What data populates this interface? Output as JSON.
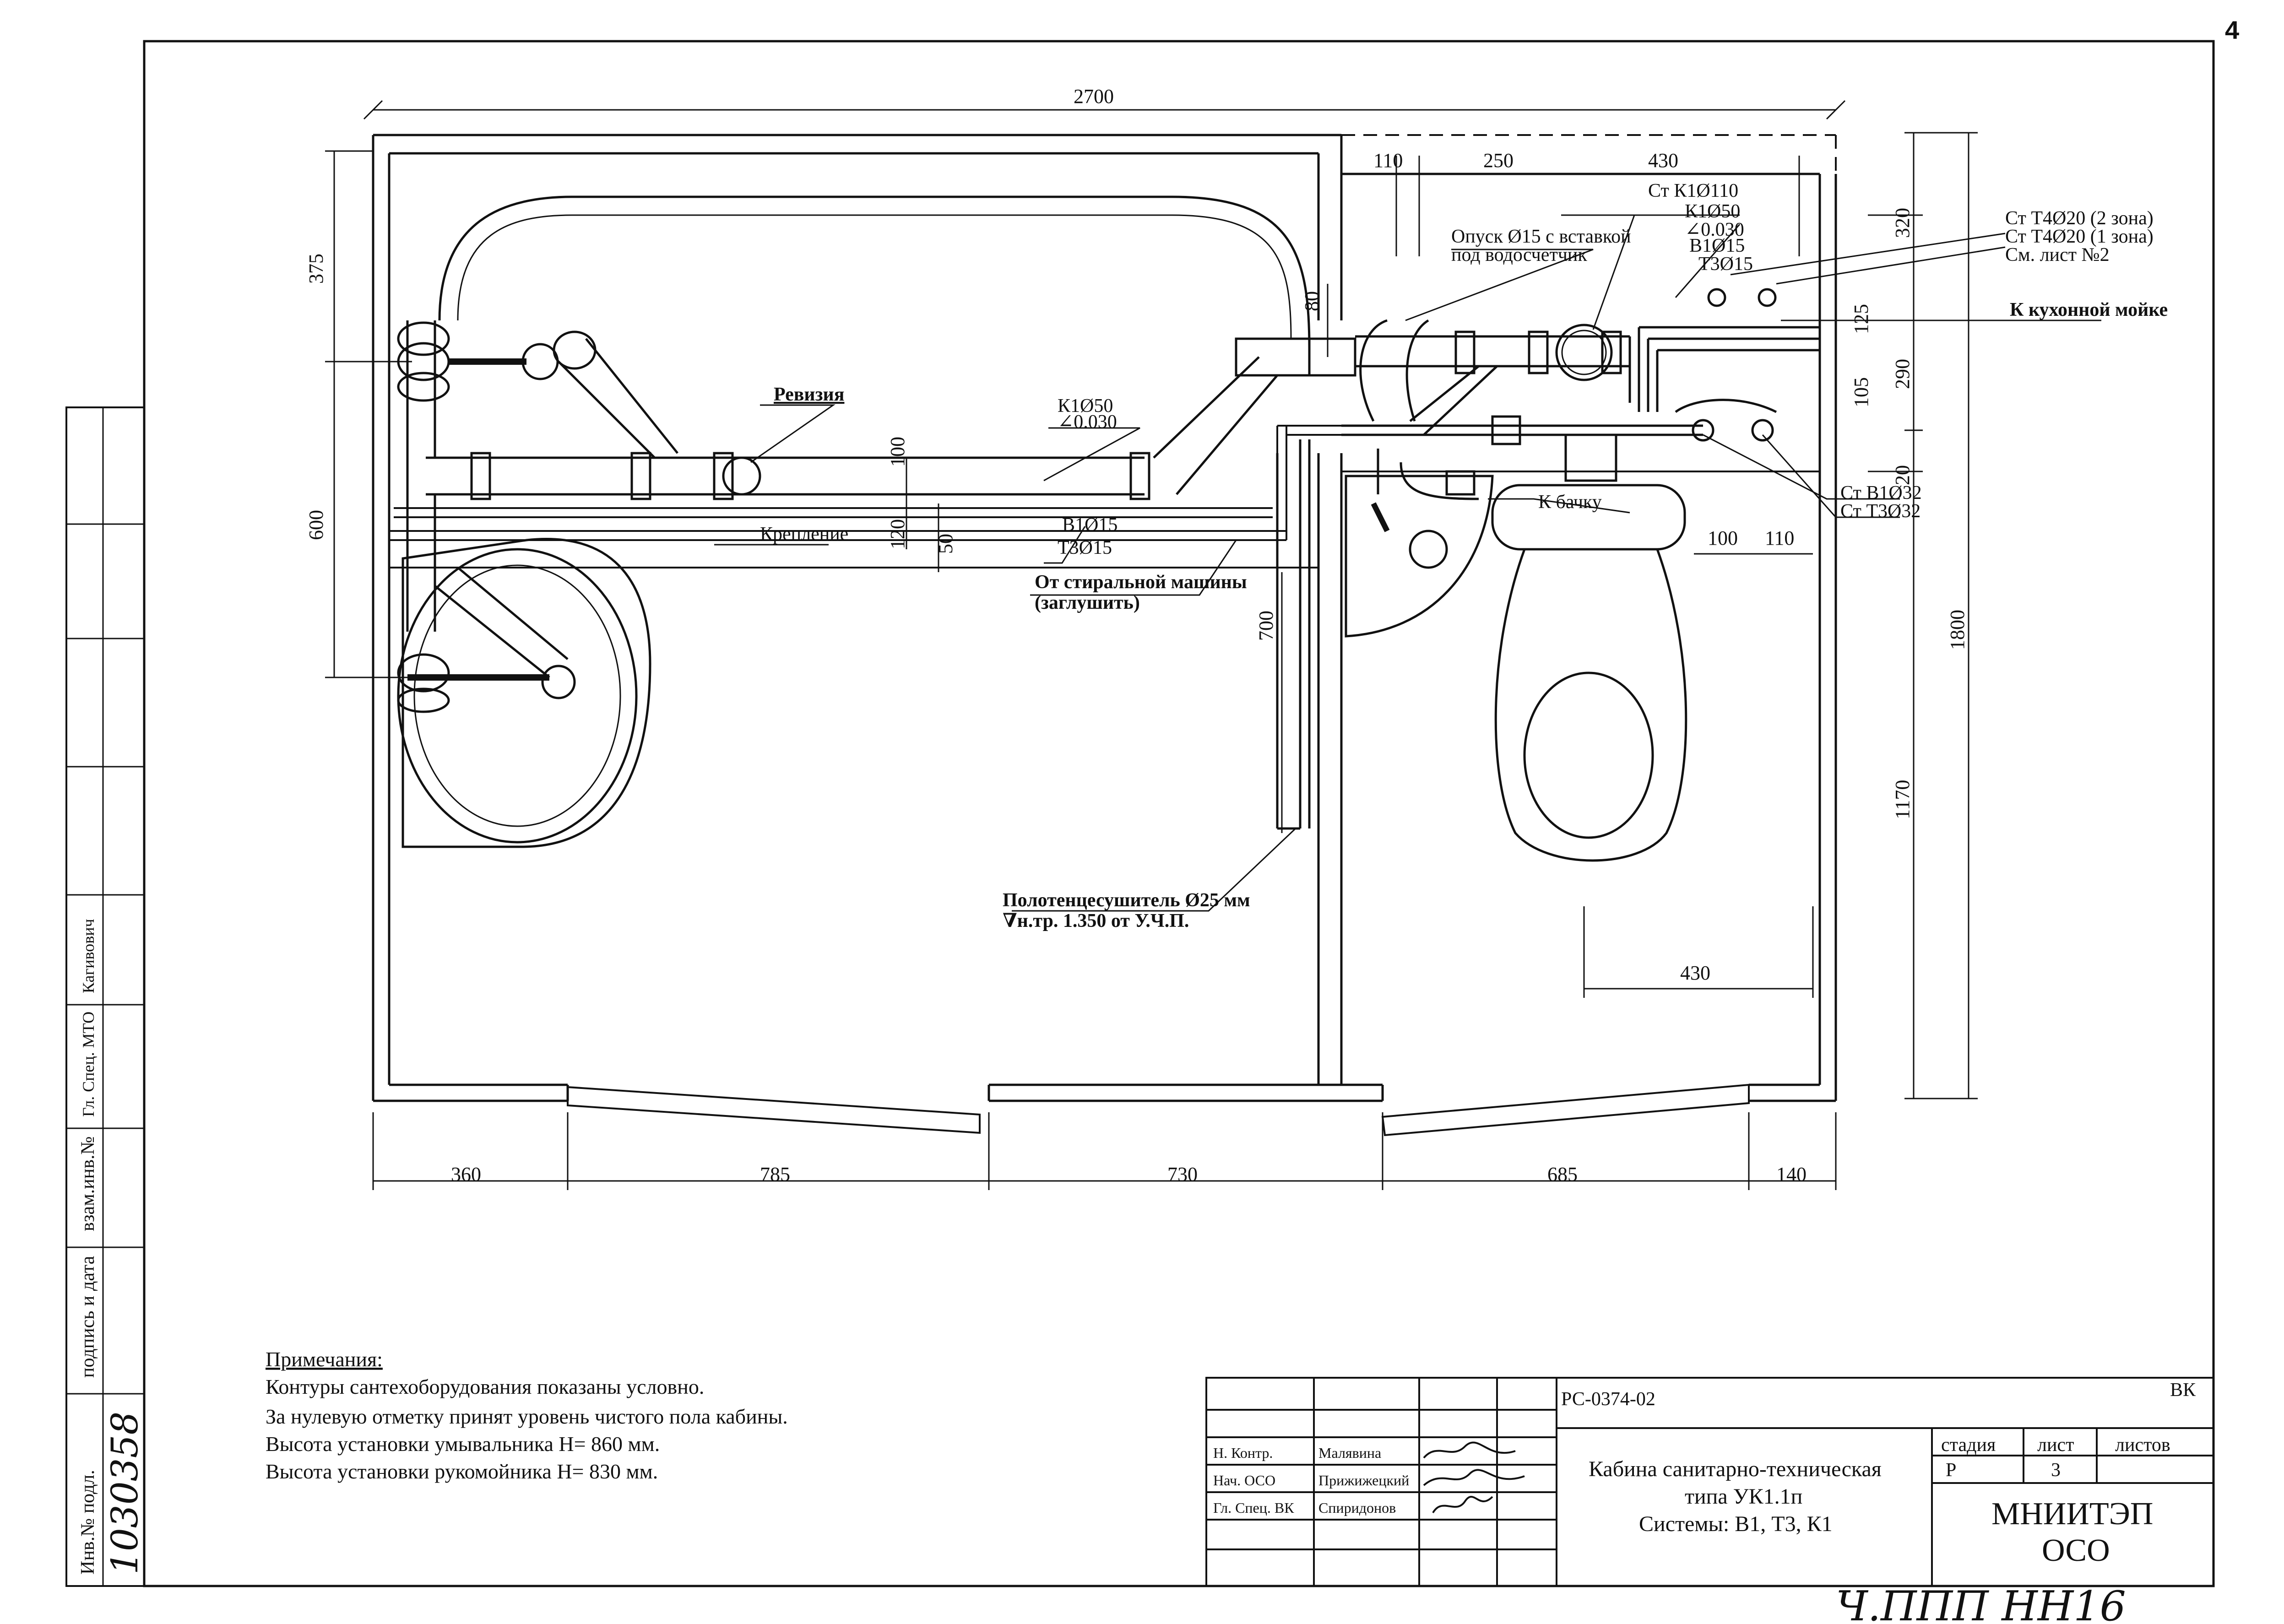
{
  "sheet_number": "4",
  "dimensions": {
    "overall_width": "2700",
    "top_right": [
      "110",
      "250",
      "430"
    ],
    "bottom": [
      "360",
      "785",
      "730",
      "685",
      "140"
    ],
    "left_375": "375",
    "left_600": "600",
    "right_320": "320",
    "right_125": "125",
    "right_290": "290",
    "right_105": "105",
    "right_20": "20",
    "right_1800": "1800",
    "right_1170": "1170",
    "d80": "80",
    "d100": "100",
    "d120": "120",
    "d50": "50",
    "d700": "700",
    "d100b": "100",
    "d110b": "110",
    "toilet_430": "430"
  },
  "labels": {
    "revision": "Ревизия",
    "k1_50": "К1Ø50",
    "slope_030": "∠0.030",
    "fastening": "Крепление",
    "b1_15": "В1Ø15",
    "t3_15": "Т3Ø15",
    "washer_1": "От стиральной машины",
    "washer_2": "(заглушить)",
    "towel_1": "Полотенцесушитель Ø25 мм",
    "towel_2": "∇н.тр. 1.350 от У.Ч.П.",
    "drop_1": "Опуск Ø15 с вставкой",
    "drop_2": "под водосчетчик",
    "st_k1_110": "Ст К1Ø110",
    "r_k1_50": "К1Ø50",
    "r_slope": "∠0.030",
    "r_b1_15": "В1Ø15",
    "r_t3_15": "Т3Ø15",
    "st_t4_2": "Ст Т4Ø20 (2 зона)",
    "st_t4_1": "Ст Т4Ø20 (1 зона)",
    "see_sheet": "См. лист №2",
    "kitchen": "К кухонной мойке",
    "tank": "К бачку",
    "st_b1_32": "Ст В1Ø32",
    "st_t3_32": "Ст Т3Ø32"
  },
  "notes": {
    "heading": "Примечания:",
    "lines": [
      "Контуры сантехоборудования показаны условно.",
      "За нулевую отметку принят уровень чистого пола кабины.",
      "Высота установки умывальника  Н= 860 мм.",
      "Высота установки рукомойника  Н= 830 мм."
    ]
  },
  "side_stamp": {
    "items": [
      "Инв.№ подл.",
      "подпись и дата",
      "взам.инв.№",
      "Гл. Спец. МТО",
      "Кагивович"
    ],
    "handwritten": "1030358"
  },
  "title_block": {
    "code": "РС-0374-02",
    "section": "ВК",
    "roles": [
      "Н. Контр.",
      "Нач. ОСО",
      "Гл. Спец. ВК"
    ],
    "names": [
      "Малявина",
      "Прижижецкий",
      "Спиридонов"
    ],
    "title_1": "Кабина санитарно-техническая",
    "title_2": "типа УК1.1п",
    "title_3": "Системы: В1, Т3, К1",
    "stage_label": "стадия",
    "sheet_label": "лист",
    "sheets_label": "листов",
    "stage": "Р",
    "sheet": "3",
    "org_1": "МНИИТЭП",
    "org_2": "ОСО",
    "handwritten_bottom": "Ч.ППП НН16"
  }
}
